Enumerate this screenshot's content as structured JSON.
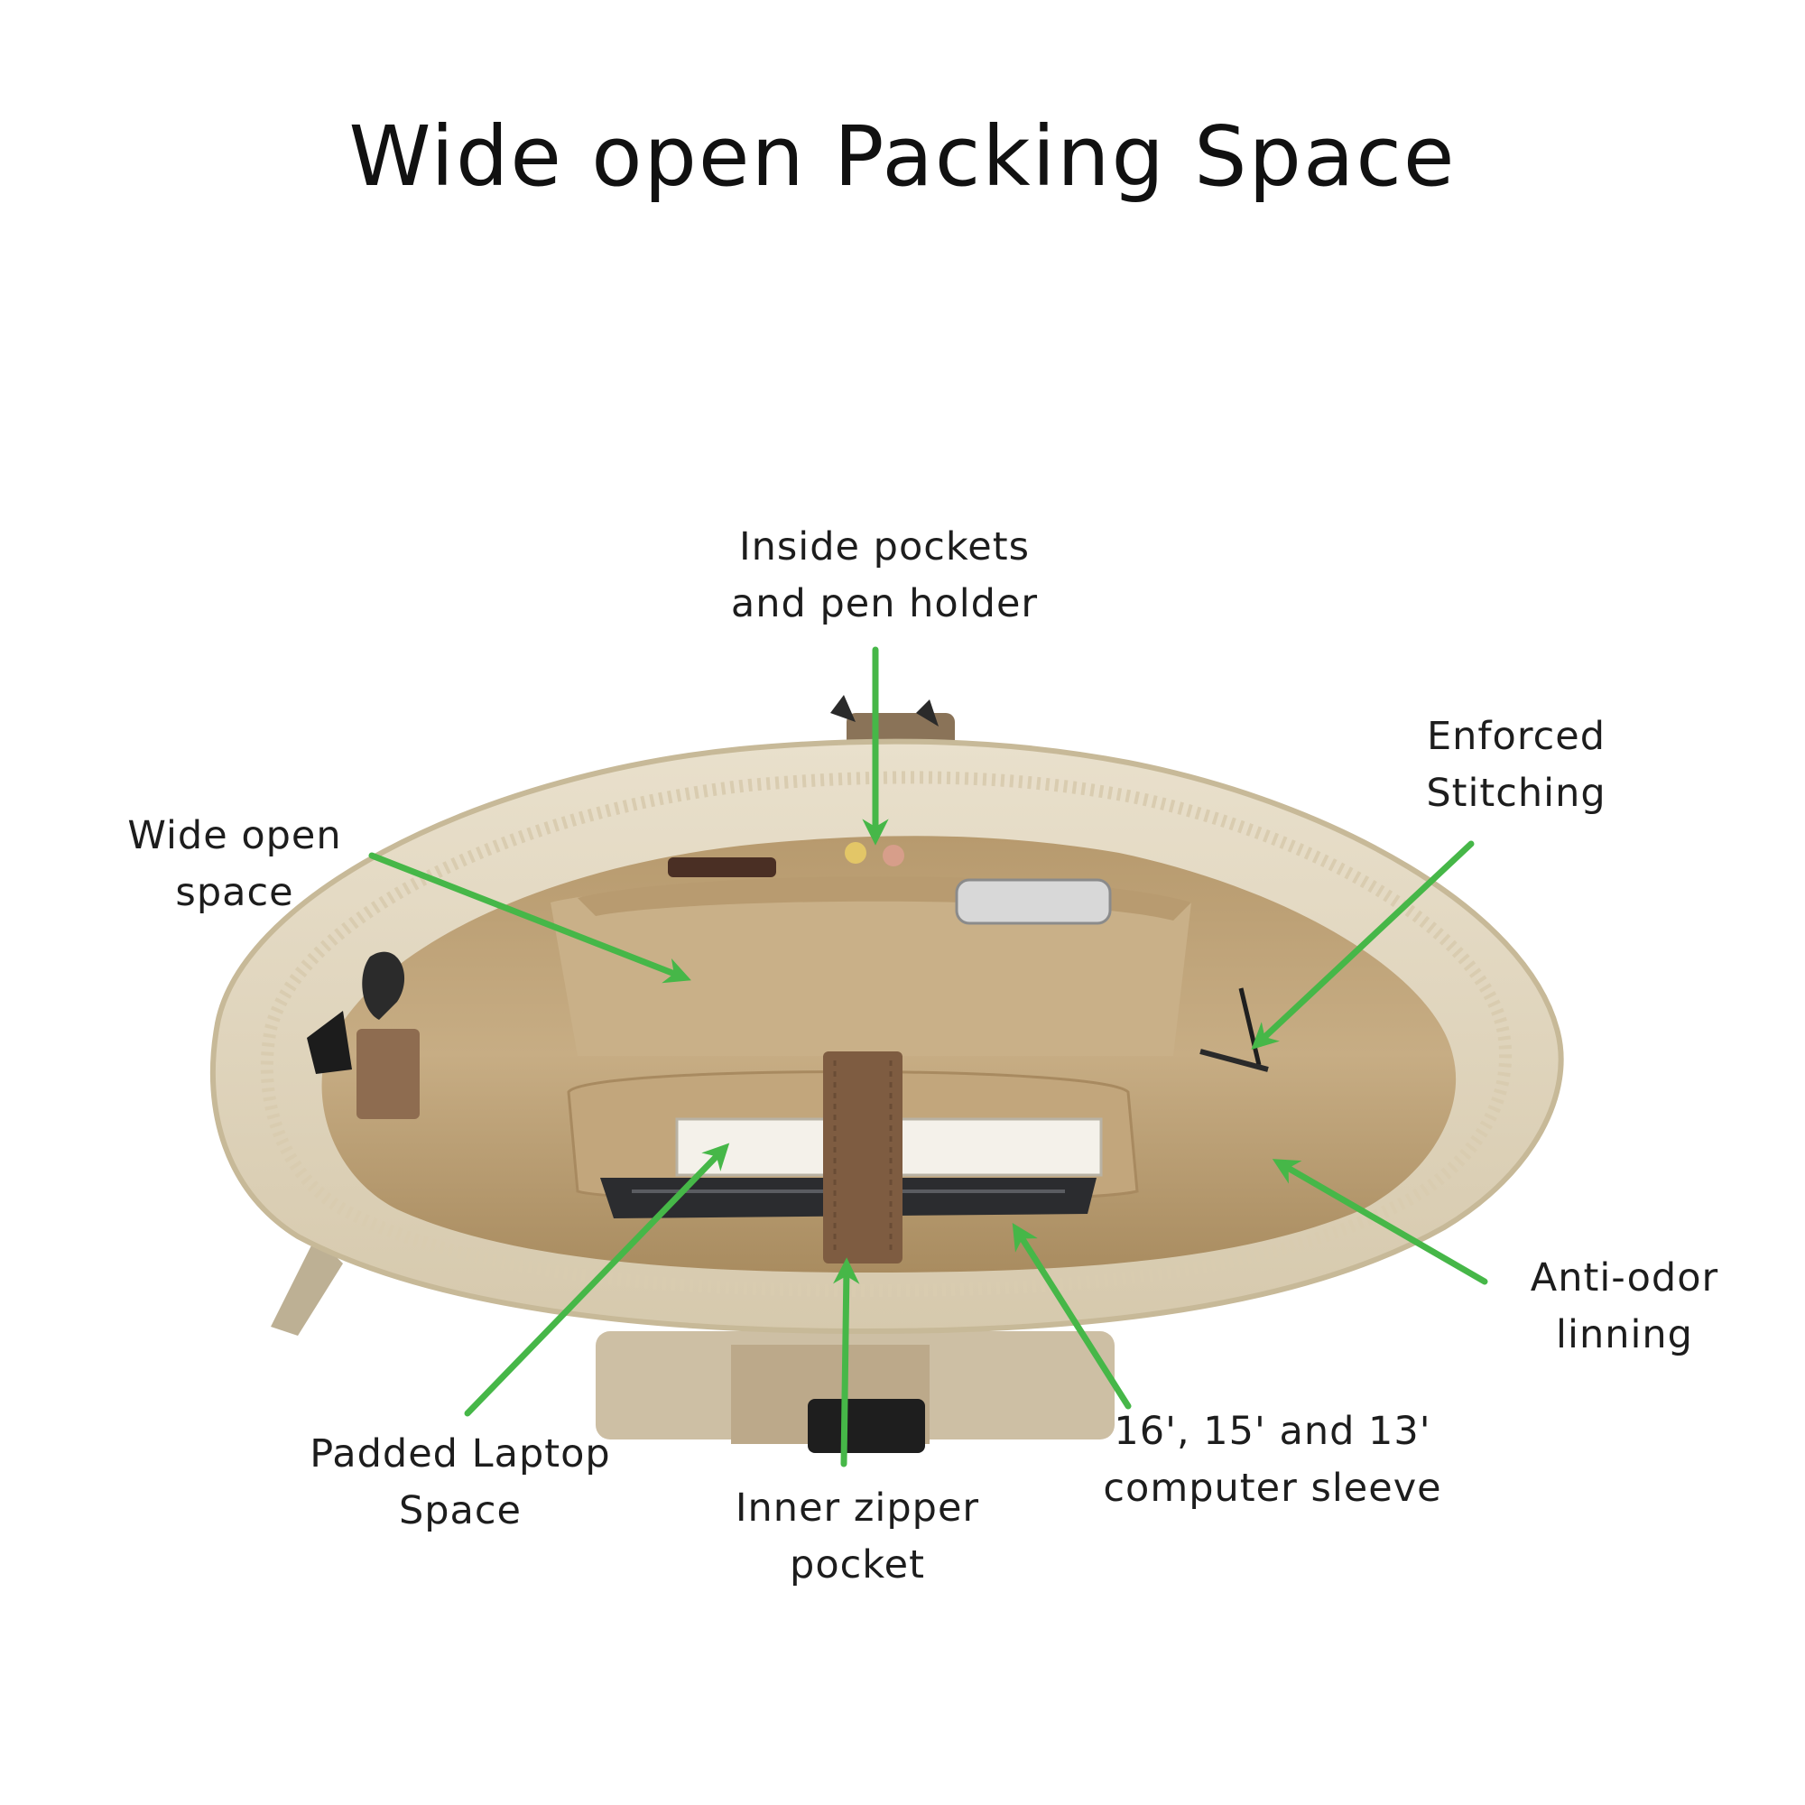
{
  "title": "Wide open Packing Space",
  "accent_color": "#46b748",
  "bag_colors": {
    "canvas": "#e2d8c3",
    "lining": "#c0a57c",
    "strap": "#7e5c41",
    "buckle": "#2a2a2a"
  },
  "callouts": [
    {
      "id": "inside-pockets",
      "lines": [
        "Inside pockets",
        "and pen holder"
      ]
    },
    {
      "id": "enforced-stitching",
      "lines": [
        "Enforced",
        "Stitching"
      ]
    },
    {
      "id": "wide-open-space",
      "lines": [
        "Wide open",
        "space"
      ]
    },
    {
      "id": "anti-odor-lining",
      "lines": [
        "Anti-odor",
        "linning"
      ]
    },
    {
      "id": "padded-laptop",
      "lines": [
        "Padded Laptop",
        "Space"
      ]
    },
    {
      "id": "inner-zipper",
      "lines": [
        "Inner zipper",
        "pocket"
      ]
    },
    {
      "id": "computer-sleeve",
      "lines": [
        "16', 15' and 13'",
        "computer sleeve"
      ]
    }
  ]
}
